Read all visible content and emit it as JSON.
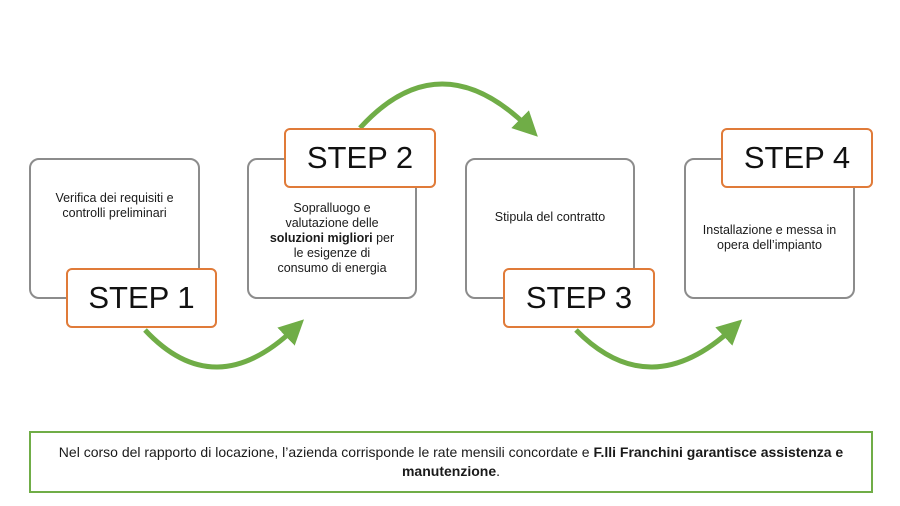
{
  "steps": [
    {
      "label": "STEP 1",
      "desc_1": "Verifica dei requisiti e",
      "desc_2": "controlli preliminari"
    },
    {
      "label": "STEP 2",
      "desc_1": "Sopralluogo e",
      "desc_2": "valutazione delle",
      "desc_bold": "soluzioni migliori",
      "desc_3": "per",
      "desc_4": "le esigenze di",
      "desc_5": "consumo di energia"
    },
    {
      "label": "STEP 3",
      "desc_1": "Stipula del contratto"
    },
    {
      "label": "STEP 4",
      "desc_1": "Installazione e messa in",
      "desc_2": "opera dell’impianto"
    }
  ],
  "footer": {
    "text": "Nel corso del rapporto di locazione, l’azienda corrisponde le rate mensili concordate e",
    "bold": "F.lli Franchini garantisce assistenza e manutenzione",
    "end": "."
  },
  "colors": {
    "card_border": "#8c8c8c",
    "label_border": "#e07b39",
    "arrow": "#70ad47",
    "footer_border": "#70ad47"
  }
}
